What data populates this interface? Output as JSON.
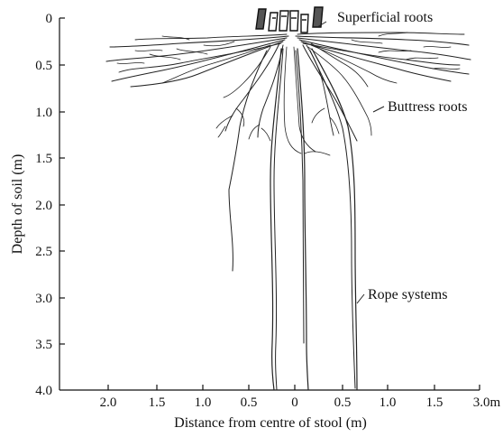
{
  "figure": {
    "y_axis_label": "Depth of soil (m)",
    "x_axis_label": "Distance from centre of stool (m)",
    "y_ticks": [
      "0",
      "0.5",
      "1.0",
      "1.5",
      "2.0",
      "2.5",
      "3.0",
      "3.5",
      "4.0"
    ],
    "x_ticks": [
      "2.0",
      "1.5",
      "1.0",
      "0.5",
      "0",
      "0.5",
      "1.0",
      "1.5",
      "3.0m"
    ],
    "annotations": {
      "superficial": "Superficial roots",
      "buttress": "Buttress roots",
      "rope": "Rope systems"
    }
  }
}
